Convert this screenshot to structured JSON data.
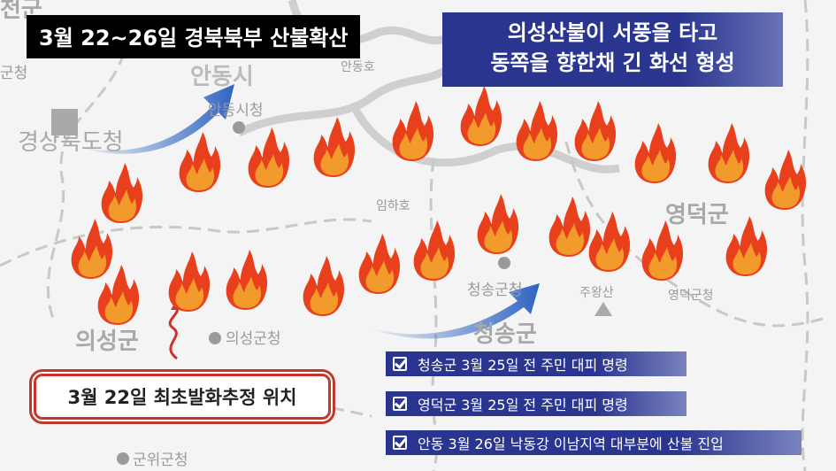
{
  "title": "3월 22~26일 경북북부 산불확산",
  "headline": {
    "line1": "의성산불이 서풍을 타고",
    "line2": "동쪽을 향한채 긴 화선 형성"
  },
  "map_labels": {
    "cheongun": "천군",
    "gunchung": "군청",
    "andongsi": "안동시",
    "andongho": "안동호",
    "andong_cityhall": "안동시청",
    "gyeongbuk_office": "경상북도청",
    "imhaho": "임하호",
    "yeongdeok": "영덕군",
    "cheongsong_office": "청송군청",
    "juwangsan": "주왕산",
    "yeongdeok_office": "영덕군청",
    "uiseong": "의성군",
    "uiseong_office": "의성군청",
    "cheongsong": "청송군",
    "gunwi_office": "군위군청"
  },
  "origin_label": "3월 22일 최초발화추정 위치",
  "notices": [
    {
      "text": "청송군 3월 25일 전 주민 대피 명령"
    },
    {
      "text": "영덕군 3월 25일 전 주민 대피 명령"
    },
    {
      "text": "안동 3월 26일 낙동강 이남지역 대부분에 산불 진입"
    }
  ],
  "colors": {
    "navy": "#2a3590",
    "red": "#c0392b",
    "flame_outer": "#e8401c",
    "flame_inner": "#f39a2c"
  }
}
